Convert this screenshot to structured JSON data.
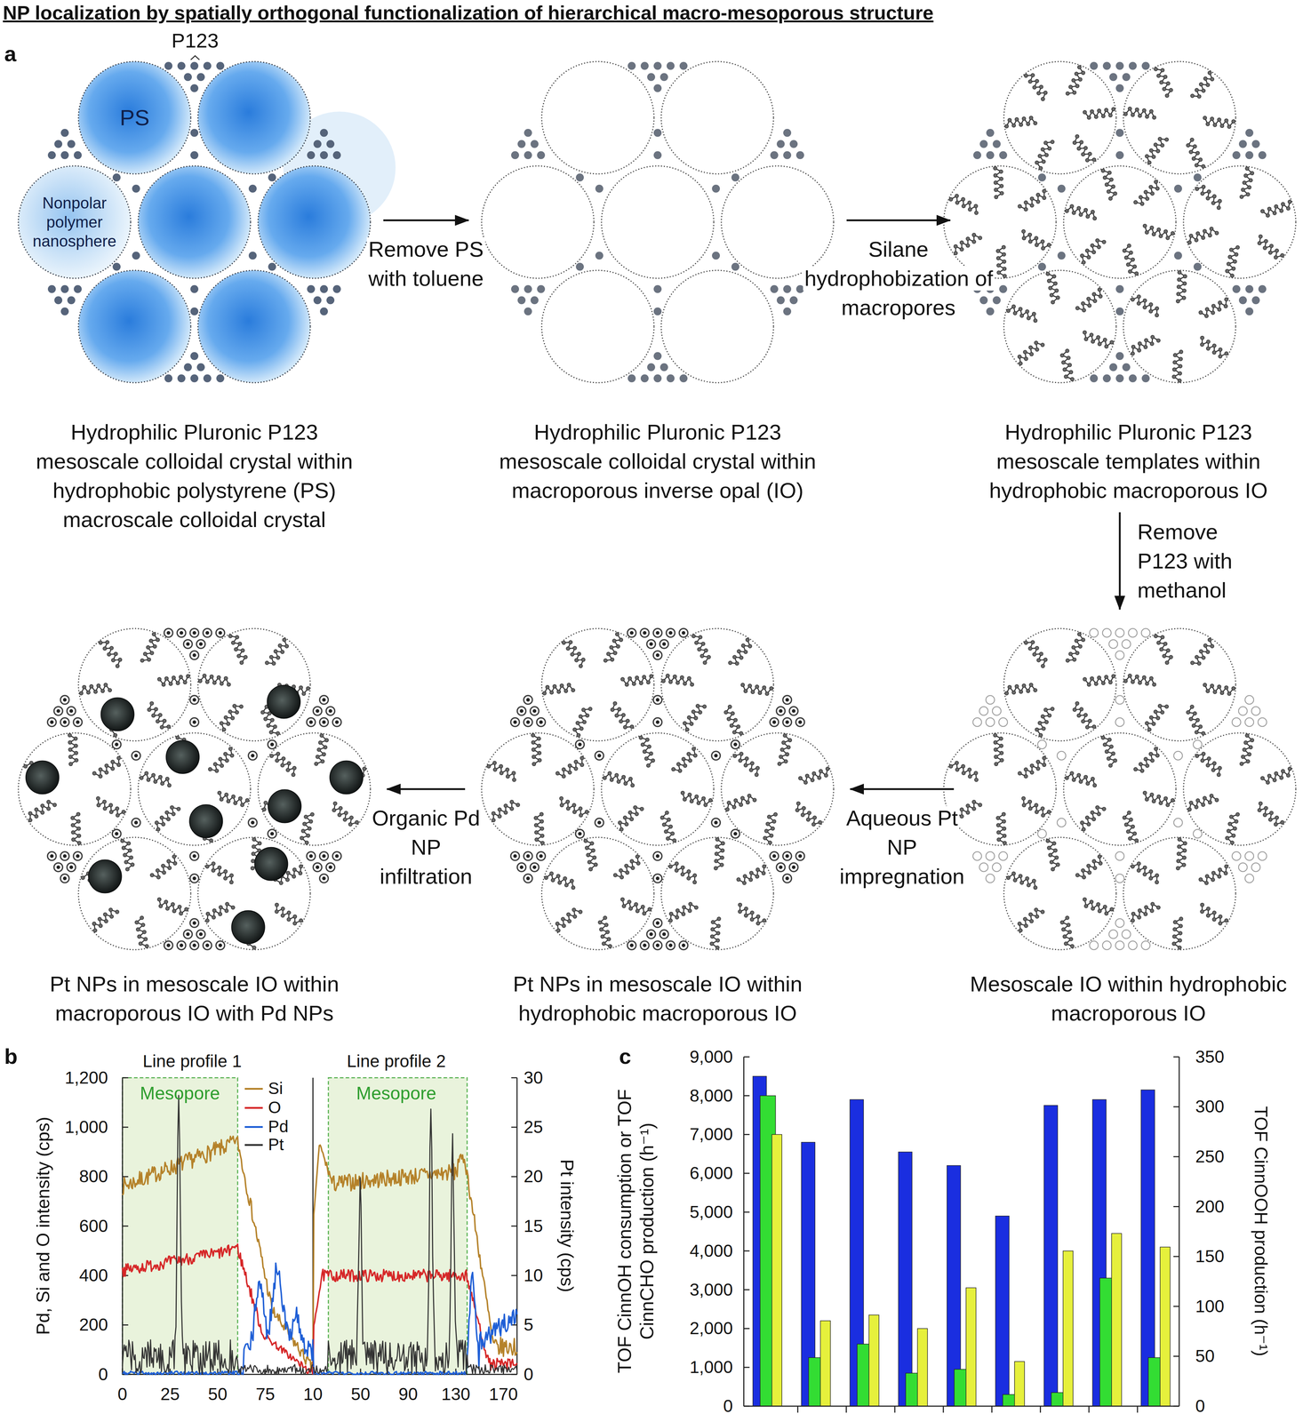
{
  "diagram": {
    "title": "NP localization by spatially orthogonal functionalization of hierarchical macro-mesoporous structure",
    "nodes": [
      {
        "text": [
          "Hydrophilic Pluronic P123 mesoscale colloidal crystal within hydrophobic polystyrene (PS) macroscale colloidal crystal"
        ]
      },
      {
        "text": [
          "Hydrophilic Pluronic P123 mesoscale colloidal crystal within macroporous inverse opal (IO)"
        ]
      },
      {
        "text": [
          "Hydrophilic Pluronic P123 mesoscale templates within hydrophobic macroporous IO"
        ]
      },
      {
        "text": [
          "Pt NPs in mesoscale IO within macroporous IO with Pd NPs"
        ]
      },
      {
        "text": [
          "Pt NPs in mesoscale IO within hydrophobic macroporous IO"
        ]
      },
      {
        "text": [
          "Mesoscale IO within hydrophobic macroporous IO"
        ]
      }
    ],
    "edges": [
      {
        "from": 0,
        "to": 1,
        "label": "Remove PS with toluene",
        "arrow": "to"
      },
      {
        "from": 1,
        "to": 2,
        "label": "Silane hydrophobization of macropores",
        "arrow": "to"
      },
      {
        "from": 2,
        "to": 5,
        "label": "Remove P123 with methanol",
        "arrow": "to"
      },
      {
        "from": 5,
        "to": 4,
        "label": "Aqueous Pt NP impregnation",
        "arrow": "to"
      },
      {
        "from": 4,
        "to": 3,
        "label": "Organic Pd NP infiltration",
        "arrow": "to"
      }
    ],
    "labels": [
      "a",
      "P123",
      "PS",
      "Nonpolar polymer nanosphere",
      "b",
      "Line profile 1",
      "Line profile 2",
      "Mesopore",
      "Mesopore",
      "Pd, Si and O intensity (cps)",
      "Pt intensity (cps)",
      "1,200",
      "1,000",
      "800",
      "600",
      "400",
      "200",
      "0",
      "30",
      "25",
      "20",
      "15",
      "10",
      "5",
      "0",
      "0",
      "25",
      "50",
      "75",
      "10",
      "50",
      "90",
      "130",
      "170",
      "c",
      "TOF CinnOH consumption or TOF CinnCHO production (h⁻¹)",
      "TOF CinnOOH production (h⁻¹)",
      "9,000",
      "8,000",
      "7,000",
      "6,000",
      "5,000",
      "4,000",
      "3,000",
      "2,000",
      "1,000",
      "0",
      "350",
      "300",
      "250",
      "200",
      "150",
      "100",
      "50",
      "0"
    ],
    "legend": [
      {
        "text": "Si",
        "color": "#b5822a"
      },
      {
        "text": "O",
        "color": "#d62728"
      },
      {
        "text": "Pd",
        "color": "#1f5fd6"
      },
      {
        "text": "Pt",
        "color": "#333333"
      }
    ]
  }
}
